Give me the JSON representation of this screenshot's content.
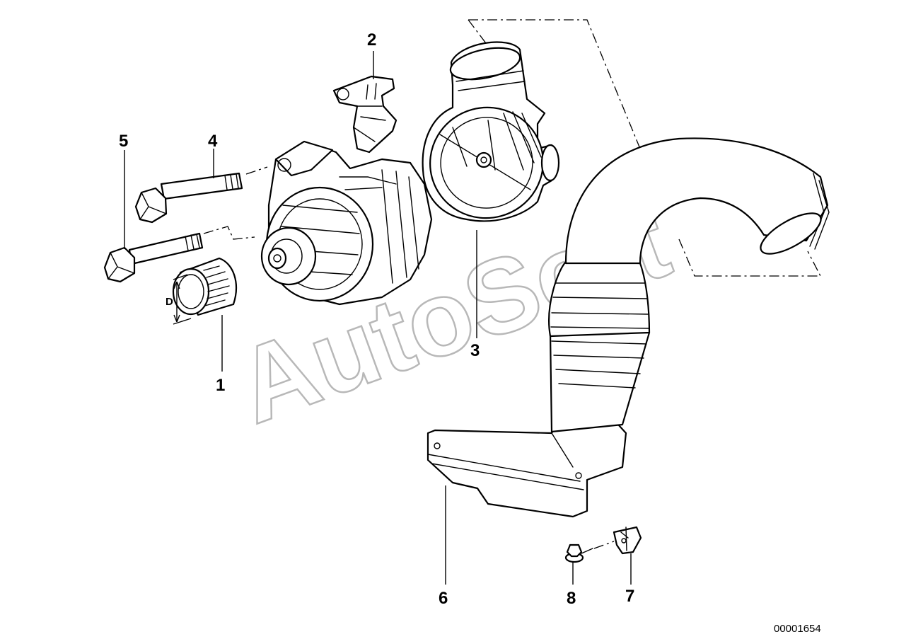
{
  "diagram": {
    "parts": [
      {
        "number": "1",
        "component": "pulley"
      },
      {
        "number": "2",
        "component": "regulator"
      },
      {
        "number": "3",
        "component": "fan-cowl"
      },
      {
        "number": "4",
        "component": "bolt-long"
      },
      {
        "number": "5",
        "component": "bolt"
      },
      {
        "number": "6",
        "component": "air-duct"
      },
      {
        "number": "7",
        "component": "clip-nut"
      },
      {
        "number": "8",
        "component": "screw"
      }
    ],
    "dimension_label": "D",
    "drawing_number": "00001654",
    "watermark": "AutoSoft"
  }
}
